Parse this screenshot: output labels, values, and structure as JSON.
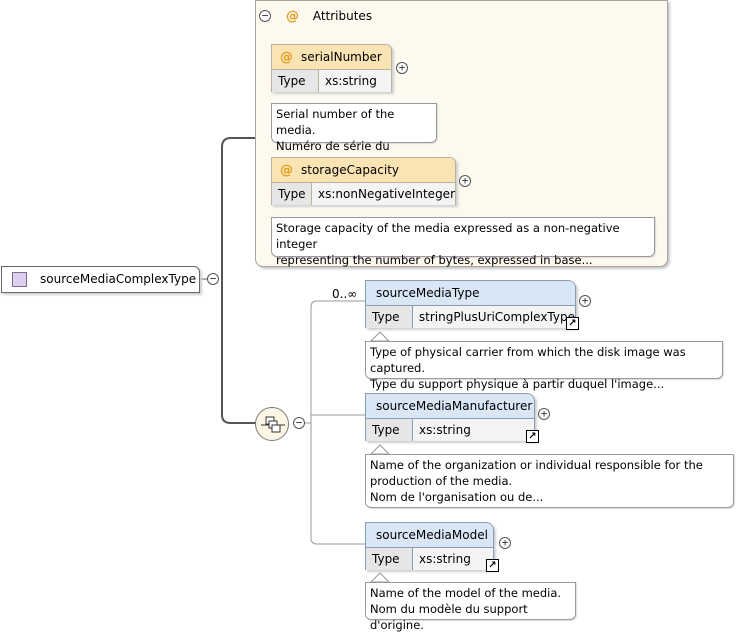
{
  "root": {
    "name": "sourceMediaComplexType"
  },
  "attributes_group": {
    "title": "Attributes",
    "items": [
      {
        "name": "serialNumber",
        "type_key": "Type",
        "type": "xs:string",
        "note": [
          "Serial number of the media.",
          "Numéro de série du support."
        ]
      },
      {
        "name": "storageCapacity",
        "type_key": "Type",
        "type": "xs:nonNegativeInteger",
        "note": [
          "Storage capacity of the media expressed as a non-negative integer",
          "representing the number of bytes, expressed in base..."
        ]
      }
    ]
  },
  "sequence": {
    "multiplicity": "0..∞",
    "elements": [
      {
        "name": "sourceMediaType",
        "type_key": "Type",
        "type": "stringPlusUriComplexType",
        "note": [
          "Type of physical carrier from which the disk image was captured.",
          "Type du support physique à partir duquel l'image..."
        ]
      },
      {
        "name": "sourceMediaManufacturer",
        "type_key": "Type",
        "type": "xs:string",
        "note": [
          "Name of the organization or individual responsible for the",
          "production of the media.",
          "Nom de l'organisation ou de..."
        ]
      },
      {
        "name": "sourceMediaModel",
        "type_key": "Type",
        "type": "xs:string",
        "note": [
          "Name of the model of the media.",
          "Nom du modèle du support d'origine."
        ]
      }
    ]
  },
  "glyphs": {
    "attribute": "@",
    "expand": "+",
    "collapse": "−",
    "link": "↗"
  },
  "colors": {
    "attribute_header": "#fbe4b3",
    "element_header": "#d9e6f6",
    "group_background": "#fdf9ee",
    "root_icon": "#dcd0ee"
  }
}
